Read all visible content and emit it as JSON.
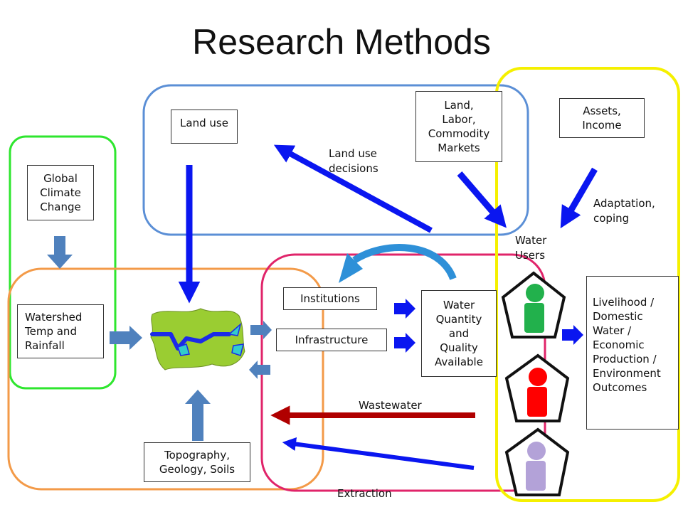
{
  "title": "Research Methods",
  "nodes": {
    "land_use": "Land use",
    "markets": "Land,\nLabor,\nCommodity\nMarkets",
    "assets": "Assets,\nIncome",
    "global_climate": "Global\nClimate\nChange",
    "watershed": "Watershed\nTemp and\nRainfall",
    "institutions": "Institutions",
    "infrastructure": "Infrastructure",
    "water_quantity": "Water\nQuantity\nand\nQuality\nAvailable",
    "livelihood": "Livelihood /\nDomestic\nWater /\nEconomic\nProduction /\nEnvironment\nOutcomes",
    "topography": "Topography,\nGeology, Soils"
  },
  "labels": {
    "land_use_decisions": "Land use\ndecisions",
    "adaptation": "Adaptation,\ncoping",
    "water_users": "Water\nUsers",
    "wastewater": "Wastewater",
    "extraction": "Extraction"
  },
  "colors": {
    "blue_region": "#5b8fd6",
    "yellow_region": "#f5f000",
    "green_region": "#2ee62e",
    "orange_region": "#f39a48",
    "pink_region": "#e0246a",
    "arrow_blue": "#0a16f0",
    "arrow_steel": "#4f81bd",
    "arrow_red": "#b00000",
    "watershed_fill": "#9acd32",
    "user_green": "#22b14c",
    "user_red": "#ff0000",
    "user_purple": "#b3a2d8"
  }
}
